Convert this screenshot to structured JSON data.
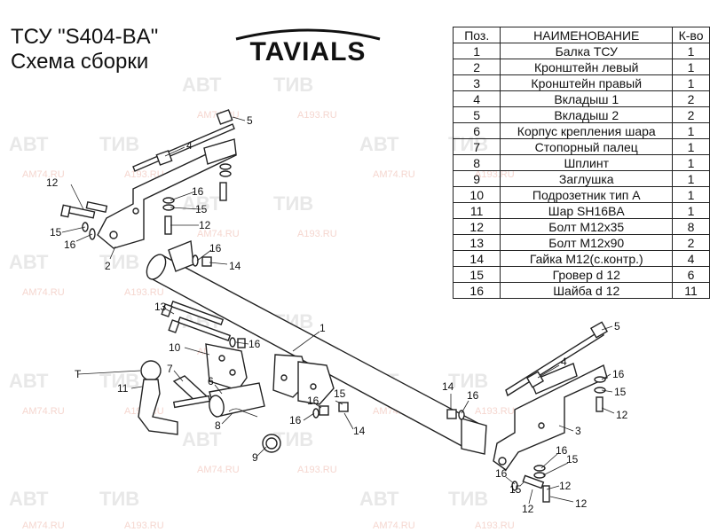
{
  "header": {
    "title": "ТСУ  \"S404-BA\"",
    "subtitle": "Схема сборки",
    "brand": "TAVIALS"
  },
  "table": {
    "headers": [
      "Поз.",
      "НАИМЕНОВАНИЕ",
      "К-во"
    ],
    "rows": [
      [
        "1",
        "Балка ТСУ",
        "1"
      ],
      [
        "2",
        "Кронштейн левый",
        "1"
      ],
      [
        "3",
        "Кронштейн правый",
        "1"
      ],
      [
        "4",
        "Вкладыш 1",
        "2"
      ],
      [
        "5",
        "Вкладыш 2",
        "2"
      ],
      [
        "6",
        "Корпус крепления шара",
        "1"
      ],
      [
        "7",
        "Стопорный палец",
        "1"
      ],
      [
        "8",
        "Шплинт",
        "1"
      ],
      [
        "9",
        "Заглушка",
        "1"
      ],
      [
        "10",
        "Подрозетник тип А",
        "1"
      ],
      [
        "11",
        "Шар SH16BA",
        "1"
      ],
      [
        "12",
        "Болт М12х35",
        "8"
      ],
      [
        "13",
        "Болт М12х90",
        "2"
      ],
      [
        "14",
        "Гайка М12(с.контр.)",
        "4"
      ],
      [
        "15",
        "Гровер d 12",
        "6"
      ],
      [
        "16",
        "Шайба d 12",
        "11"
      ]
    ]
  },
  "diagram": {
    "point_label": "T",
    "callouts": [
      "1",
      "2",
      "3",
      "4",
      "5",
      "6",
      "7",
      "8",
      "9",
      "10",
      "11",
      "12",
      "13",
      "14",
      "15",
      "16"
    ]
  },
  "watermarks": {
    "brand_left": "АВТ",
    "brand_right": "ТИВ",
    "domain_a": "AM74.RU",
    "domain_b": "A193.RU"
  },
  "colors": {
    "line": "#222222",
    "watermark_gray": "#e8e8e8",
    "watermark_red": "#f5d6cf"
  }
}
